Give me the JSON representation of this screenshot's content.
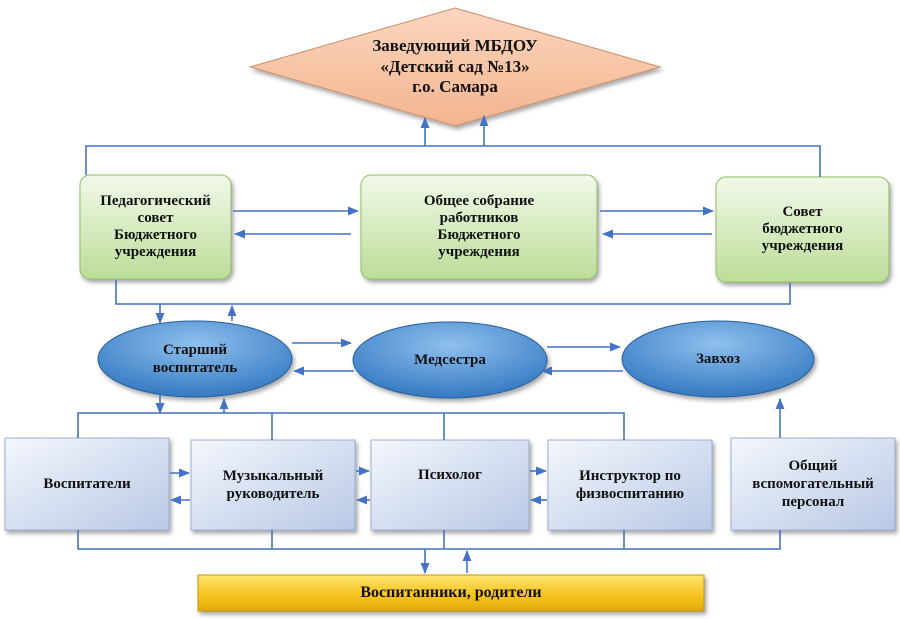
{
  "head": {
    "text": "Заведующий МБДОУ\n«Детский сад №13»\nг.о. Самара"
  },
  "councils": [
    {
      "text": "Педагогический\nсовет\nБюджетного\nучреждения"
    },
    {
      "text": "Общее собрание\nработников\nБюджетного\nучреждения"
    },
    {
      "text": "Совет\nбюджетного\nучреждения"
    }
  ],
  "staff": [
    {
      "text": "Старший\nвоспитатель"
    },
    {
      "text": "Медсестра"
    },
    {
      "text": "Завхоз"
    }
  ],
  "specialists": [
    {
      "text": "Воспитатели"
    },
    {
      "text": "Музыкальный\nруководитель"
    },
    {
      "text": "Психолог"
    },
    {
      "text": "Инструктор по\nфизвоспитанию"
    },
    {
      "text": "Общий\nвспомогательный\nперсонал"
    }
  ],
  "bottom": {
    "text": "Воспитанники, родители"
  },
  "colors": {
    "head_fill": "#f8c7a9",
    "council_fill": "#d3e9b8",
    "oval_fill": "#4d8fcf",
    "specialist_fill": "#d2dcef",
    "bottom_fill": "#f5c518",
    "connector": "#4472c4"
  }
}
